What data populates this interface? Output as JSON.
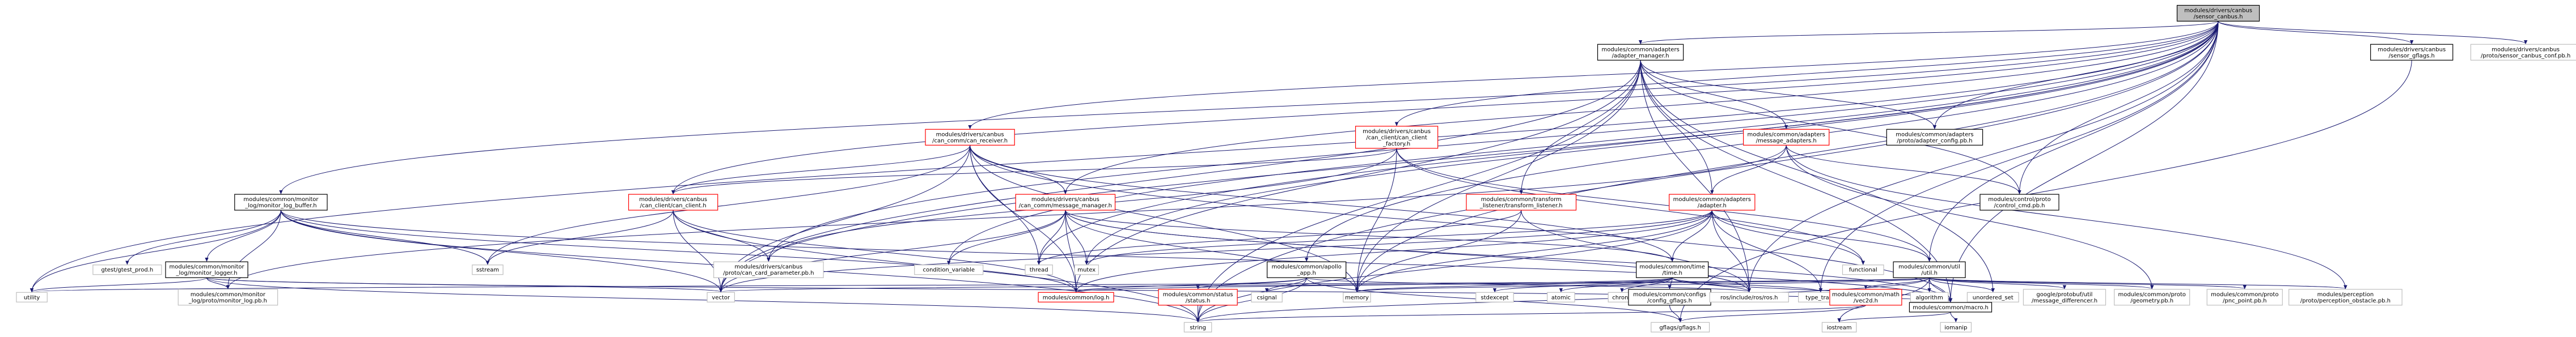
{
  "colors": {
    "edge": "#191970",
    "border_default": "#000000",
    "border_missing": "#ff0000",
    "border_external": "#bfbfbf",
    "fill_root": "#bfbfbf",
    "fill_default": "#ffffff"
  },
  "nodes": [
    {
      "id": "root",
      "lines": [
        "modules/drivers/canbus",
        "/sensor_canbus.h"
      ],
      "kind": "root"
    },
    {
      "id": "adapter_manager",
      "lines": [
        "modules/common/adapters",
        "/adapter_manager.h"
      ],
      "kind": "default"
    },
    {
      "id": "sensor_gflags",
      "lines": [
        "modules/drivers/canbus",
        "/sensor_gflags.h"
      ],
      "kind": "default"
    },
    {
      "id": "sensor_conf",
      "lines": [
        "modules/drivers/canbus",
        "/proto/sensor_canbus_conf.pb.h"
      ],
      "kind": "external"
    },
    {
      "id": "monitor_log_buffer",
      "lines": [
        "modules/common/monitor",
        "_log/monitor_log_buffer.h"
      ],
      "kind": "default"
    },
    {
      "id": "can_receiver",
      "lines": [
        "modules/drivers/canbus",
        "/can_comm/can_receiver.h"
      ],
      "kind": "missing"
    },
    {
      "id": "can_client_factory",
      "lines": [
        "modules/drivers/canbus",
        "/can_client/can_client",
        "_factory.h"
      ],
      "kind": "missing"
    },
    {
      "id": "message_adapters",
      "lines": [
        "modules/common/adapters",
        "/message_adapters.h"
      ],
      "kind": "missing"
    },
    {
      "id": "adapter_config",
      "lines": [
        "modules/common/adapters",
        "/proto/adapter_config.pb.h"
      ],
      "kind": "default"
    },
    {
      "id": "can_client",
      "lines": [
        "modules/drivers/canbus",
        "/can_client/can_client.h"
      ],
      "kind": "missing"
    },
    {
      "id": "message_manager",
      "lines": [
        "modules/drivers/canbus",
        "/can_comm/message_manager.h"
      ],
      "kind": "missing"
    },
    {
      "id": "transform_listener",
      "lines": [
        "modules/common/transform",
        "_listener/transform_listener.h"
      ],
      "kind": "missing"
    },
    {
      "id": "adapter",
      "lines": [
        "modules/common/adapters",
        "/adapter.h"
      ],
      "kind": "missing"
    },
    {
      "id": "control_cmd",
      "lines": [
        "modules/control/proto",
        "/control_cmd.pb.h"
      ],
      "kind": "default"
    },
    {
      "id": "gtest_prod",
      "lines": [
        "gtest/gtest_prod.h"
      ],
      "kind": "external"
    },
    {
      "id": "monitor_logger",
      "lines": [
        "modules/common/monitor",
        "_log/monitor_logger.h"
      ],
      "kind": "default"
    },
    {
      "id": "sstream",
      "lines": [
        "sstream"
      ],
      "kind": "external"
    },
    {
      "id": "can_card_parameter",
      "lines": [
        "modules/drivers/canbus",
        "/proto/can_card_parameter.pb.h"
      ],
      "kind": "external"
    },
    {
      "id": "condition_variable",
      "lines": [
        "condition_variable"
      ],
      "kind": "external"
    },
    {
      "id": "thread",
      "lines": [
        "thread"
      ],
      "kind": "external"
    },
    {
      "id": "mutex",
      "lines": [
        "mutex"
      ],
      "kind": "external"
    },
    {
      "id": "apollo_app",
      "lines": [
        "modules/common/apollo",
        "_app.h"
      ],
      "kind": "default"
    },
    {
      "id": "time",
      "lines": [
        "modules/common/time",
        "/time.h"
      ],
      "kind": "default"
    },
    {
      "id": "functional",
      "lines": [
        "functional"
      ],
      "kind": "external"
    },
    {
      "id": "util",
      "lines": [
        "modules/common/util",
        "/util.h"
      ],
      "kind": "default"
    },
    {
      "id": "utility",
      "lines": [
        "utility"
      ],
      "kind": "external"
    },
    {
      "id": "monitor_log_pb",
      "lines": [
        "modules/common/monitor",
        "_log/proto/monitor_log.pb.h"
      ],
      "kind": "external"
    },
    {
      "id": "vector",
      "lines": [
        "vector"
      ],
      "kind": "external"
    },
    {
      "id": "log",
      "lines": [
        "modules/common/log.h"
      ],
      "kind": "missing"
    },
    {
      "id": "status",
      "lines": [
        "modules/common/status",
        "/status.h"
      ],
      "kind": "missing"
    },
    {
      "id": "csignal",
      "lines": [
        "csignal"
      ],
      "kind": "external"
    },
    {
      "id": "memory",
      "lines": [
        "memory"
      ],
      "kind": "external"
    },
    {
      "id": "stdexcept",
      "lines": [
        "stdexcept"
      ],
      "kind": "external"
    },
    {
      "id": "atomic",
      "lines": [
        "atomic"
      ],
      "kind": "external"
    },
    {
      "id": "chrono",
      "lines": [
        "chrono"
      ],
      "kind": "external"
    },
    {
      "id": "config_gflags",
      "lines": [
        "modules/common/configs",
        "/config_gflags.h"
      ],
      "kind": "default"
    },
    {
      "id": "ros",
      "lines": [
        "ros/include/ros/ros.h"
      ],
      "kind": "external"
    },
    {
      "id": "type_traits",
      "lines": [
        "type_traits"
      ],
      "kind": "external"
    },
    {
      "id": "vec2d",
      "lines": [
        "modules/common/math",
        "/vec2d.h"
      ],
      "kind": "missing"
    },
    {
      "id": "algorithm",
      "lines": [
        "algorithm"
      ],
      "kind": "external"
    },
    {
      "id": "unordered_set",
      "lines": [
        "unordered_set"
      ],
      "kind": "external"
    },
    {
      "id": "message_differencer",
      "lines": [
        "google/protobuf/util",
        "/message_differencer.h"
      ],
      "kind": "external"
    },
    {
      "id": "geometry_pb",
      "lines": [
        "modules/common/proto",
        "/geometry.pb.h"
      ],
      "kind": "external"
    },
    {
      "id": "pnc_point_pb",
      "lines": [
        "modules/common/proto",
        "/pnc_point.pb.h"
      ],
      "kind": "external"
    },
    {
      "id": "perception_obstacle",
      "lines": [
        "modules/perception",
        "/proto/perception_obstacle.pb.h"
      ],
      "kind": "external"
    },
    {
      "id": "macro",
      "lines": [
        "modules/common/macro.h"
      ],
      "kind": "default"
    },
    {
      "id": "string",
      "lines": [
        "string"
      ],
      "kind": "external"
    },
    {
      "id": "gflags",
      "lines": [
        "gflags/gflags.h"
      ],
      "kind": "external"
    },
    {
      "id": "iostream",
      "lines": [
        "iostream"
      ],
      "kind": "external"
    },
    {
      "id": "iomanip",
      "lines": [
        "iomanip"
      ],
      "kind": "external"
    }
  ],
  "edges": [
    [
      "root",
      "adapter_manager"
    ],
    [
      "root",
      "sensor_gflags"
    ],
    [
      "root",
      "monitor_log_buffer"
    ],
    [
      "root",
      "can_receiver"
    ],
    [
      "root",
      "can_client_factory"
    ],
    [
      "root",
      "can_client"
    ],
    [
      "root",
      "message_manager"
    ],
    [
      "root",
      "apollo_app"
    ],
    [
      "root",
      "adapter_config"
    ],
    [
      "root",
      "control_cmd"
    ],
    [
      "root",
      "thread"
    ],
    [
      "root",
      "mutex"
    ],
    [
      "root",
      "memory"
    ],
    [
      "root",
      "vector"
    ],
    [
      "root",
      "string"
    ],
    [
      "root",
      "utility"
    ],
    [
      "root",
      "condition_variable"
    ],
    [
      "root",
      "util"
    ],
    [
      "root",
      "macro"
    ],
    [
      "root",
      "type_traits"
    ],
    [
      "root",
      "ros"
    ],
    [
      "root",
      "sensor_conf"
    ],
    [
      "root",
      "can_card_parameter"
    ],
    [
      "sensor_gflags",
      "gflags"
    ],
    [
      "adapter_manager",
      "message_adapters"
    ],
    [
      "adapter_manager",
      "adapter"
    ],
    [
      "adapter_manager",
      "adapter_config"
    ],
    [
      "adapter_manager",
      "transform_listener"
    ],
    [
      "adapter_manager",
      "macro"
    ],
    [
      "adapter_manager",
      "log"
    ],
    [
      "adapter_manager",
      "ros"
    ],
    [
      "adapter_manager",
      "memory"
    ],
    [
      "adapter_manager",
      "string"
    ],
    [
      "adapter_manager",
      "vector"
    ],
    [
      "adapter_manager",
      "control_cmd"
    ],
    [
      "adapter_manager",
      "unordered_set"
    ],
    [
      "message_adapters",
      "adapter"
    ],
    [
      "message_adapters",
      "control_cmd"
    ],
    [
      "message_adapters",
      "perception_obstacle"
    ],
    [
      "message_adapters",
      "geometry_pb"
    ],
    [
      "message_adapters",
      "monitor_log_pb"
    ],
    [
      "adapter",
      "time"
    ],
    [
      "adapter",
      "util"
    ],
    [
      "adapter",
      "log"
    ],
    [
      "adapter",
      "functional"
    ],
    [
      "adapter",
      "mutex"
    ],
    [
      "adapter",
      "type_traits"
    ],
    [
      "adapter",
      "ros"
    ],
    [
      "adapter",
      "memory"
    ],
    [
      "adapter",
      "vector"
    ],
    [
      "adapter",
      "string"
    ],
    [
      "transform_listener",
      "ros"
    ],
    [
      "transform_listener",
      "memory"
    ],
    [
      "transform_listener",
      "thread"
    ],
    [
      "monitor_log_buffer",
      "monitor_logger"
    ],
    [
      "monitor_log_buffer",
      "gtest_prod"
    ],
    [
      "monitor_log_buffer",
      "monitor_log_pb"
    ],
    [
      "monitor_log_buffer",
      "sstream"
    ],
    [
      "monitor_log_buffer",
      "string"
    ],
    [
      "monitor_log_buffer",
      "utility"
    ],
    [
      "monitor_log_buffer",
      "vector"
    ],
    [
      "monitor_log_buffer",
      "macro"
    ],
    [
      "monitor_log_buffer",
      "log"
    ],
    [
      "monitor_logger",
      "monitor_log_pb"
    ],
    [
      "monitor_logger",
      "string"
    ],
    [
      "monitor_logger",
      "utility"
    ],
    [
      "monitor_logger",
      "vector"
    ],
    [
      "monitor_logger",
      "macro"
    ],
    [
      "can_receiver",
      "can_client"
    ],
    [
      "can_receiver",
      "message_manager"
    ],
    [
      "can_receiver",
      "thread"
    ],
    [
      "can_receiver",
      "memory"
    ],
    [
      "can_receiver",
      "vector"
    ],
    [
      "can_receiver",
      "log"
    ],
    [
      "can_receiver",
      "sstream"
    ],
    [
      "can_receiver",
      "macro"
    ],
    [
      "can_receiver",
      "time"
    ],
    [
      "can_client_factory",
      "can_client"
    ],
    [
      "can_client_factory",
      "memory"
    ],
    [
      "can_client_factory",
      "functional"
    ],
    [
      "can_client_factory",
      "can_card_parameter"
    ],
    [
      "can_client_factory",
      "util"
    ],
    [
      "can_client",
      "can_card_parameter"
    ],
    [
      "can_client",
      "log"
    ],
    [
      "can_client",
      "string"
    ],
    [
      "can_client",
      "vector"
    ],
    [
      "can_client",
      "sstream"
    ],
    [
      "message_manager",
      "condition_variable"
    ],
    [
      "message_manager",
      "mutex"
    ],
    [
      "message_manager",
      "thread"
    ],
    [
      "message_manager",
      "memory"
    ],
    [
      "message_manager",
      "log"
    ],
    [
      "message_manager",
      "vector"
    ],
    [
      "message_manager",
      "time"
    ],
    [
      "message_manager",
      "macro"
    ],
    [
      "message_manager",
      "ros"
    ],
    [
      "apollo_app",
      "log"
    ],
    [
      "apollo_app",
      "status"
    ],
    [
      "apollo_app",
      "csignal"
    ],
    [
      "apollo_app",
      "string"
    ],
    [
      "apollo_app",
      "gflags"
    ],
    [
      "apollo_app",
      "ros"
    ],
    [
      "status",
      "string"
    ],
    [
      "time",
      "memory"
    ],
    [
      "time",
      "stdexcept"
    ],
    [
      "time",
      "atomic"
    ],
    [
      "time",
      "chrono"
    ],
    [
      "time",
      "config_gflags"
    ],
    [
      "time",
      "ros"
    ],
    [
      "time",
      "type_traits"
    ],
    [
      "time",
      "macro"
    ],
    [
      "time",
      "log"
    ],
    [
      "config_gflags",
      "gflags"
    ],
    [
      "util",
      "vec2d"
    ],
    [
      "util",
      "algorithm"
    ],
    [
      "util",
      "unordered_set"
    ],
    [
      "util",
      "message_differencer"
    ],
    [
      "util",
      "geometry_pb"
    ],
    [
      "util",
      "pnc_point_pb"
    ],
    [
      "util",
      "perception_obstacle"
    ],
    [
      "util",
      "iostream"
    ],
    [
      "util",
      "memory"
    ],
    [
      "util",
      "string"
    ],
    [
      "util",
      "utility"
    ],
    [
      "util",
      "vector"
    ],
    [
      "util",
      "macro"
    ],
    [
      "vec2d",
      "string"
    ],
    [
      "vec2d",
      "gflags"
    ],
    [
      "macro",
      "iostream"
    ],
    [
      "macro",
      "iomanip"
    ]
  ]
}
